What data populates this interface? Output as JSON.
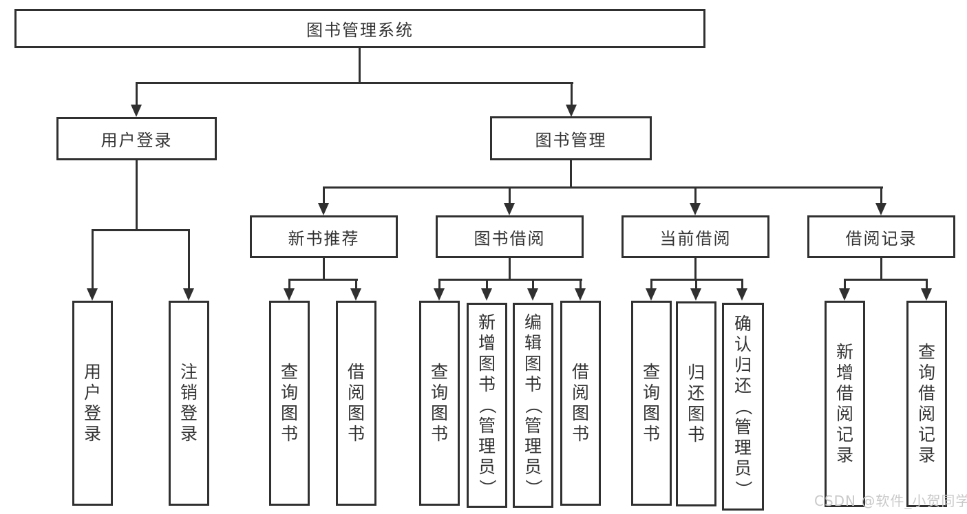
{
  "diagram": {
    "root": "图书管理系统",
    "user_login": {
      "label": "用户登录",
      "children": [
        "用户登录",
        "注销登录"
      ]
    },
    "book_mgmt": {
      "label": "图书管理",
      "sections": [
        {
          "label": "新书推荐",
          "children": [
            "查询图书",
            "借阅图书"
          ]
        },
        {
          "label": "图书借阅",
          "children": [
            "查询图书",
            "新增图书（管理员）",
            "编辑图书（管理员）",
            "借阅图书"
          ]
        },
        {
          "label": "当前借阅",
          "children": [
            "查询图书",
            "归还图书",
            "确认归还（管理员）"
          ]
        },
        {
          "label": "借阅记录",
          "children": [
            "新增借阅记录",
            "查询借阅记录"
          ]
        }
      ]
    }
  },
  "watermark": "CSDN @软件_小贺同学",
  "colors": {
    "line": "#303030",
    "text": "#333333",
    "watermark": "#c9c9c9",
    "background": "#ffffff"
  }
}
